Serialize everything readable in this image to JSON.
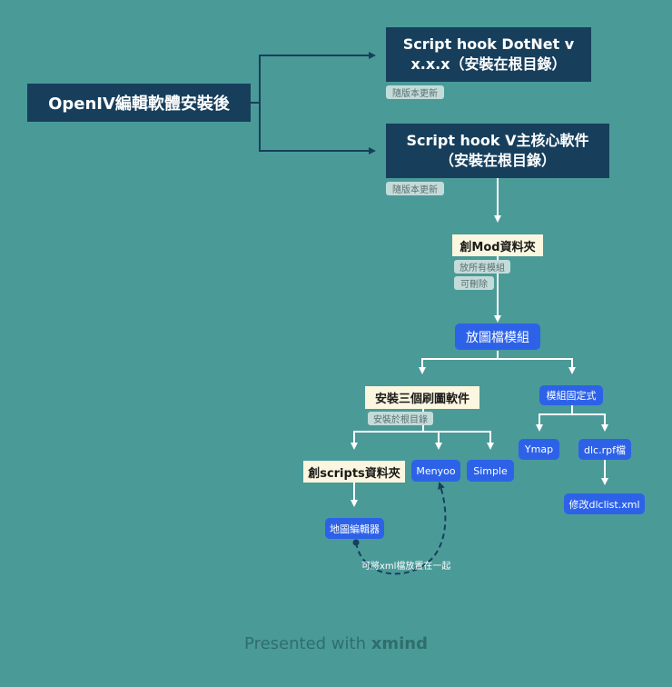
{
  "nodes": {
    "root": "OpenIV編輯軟體安裝後",
    "dotnet": "Script hook DotNet v x.x.x（安裝在根目錄）",
    "hookv": "Script hook V主核心軟件（安裝在根目錄）",
    "mod_folder": "創Mod資料夾",
    "map_modules": "放圖檔模組",
    "trainers": "安裝三個刷圖軟件",
    "fixed_modules": "模組固定式",
    "scripts_folder": "創scripts資料夾",
    "menyoo": "Menyoo",
    "simple": "Simple",
    "ymap": "Ymap",
    "dlc_rpf": "dlc.rpf檔",
    "map_editor": "地圖編輯器",
    "edit_dlclist": "修改dlclist.xml"
  },
  "tags": {
    "dotnet_update": "隨版本更新",
    "hookv_update": "隨版本更新",
    "all_modules": "放所有模組",
    "deletable": "可刪除",
    "install_root": "安裝於根目錄"
  },
  "relation_label": "可將xml檔放置在一起",
  "footer": {
    "prefix": "Presented with",
    "brand": "xmind"
  },
  "colors": {
    "background": "#4a9a98",
    "dark_node": "#173f5c",
    "cream_node": "#fbf6df",
    "blue_node": "#2d62e8",
    "tag": "#c3dcd9"
  }
}
